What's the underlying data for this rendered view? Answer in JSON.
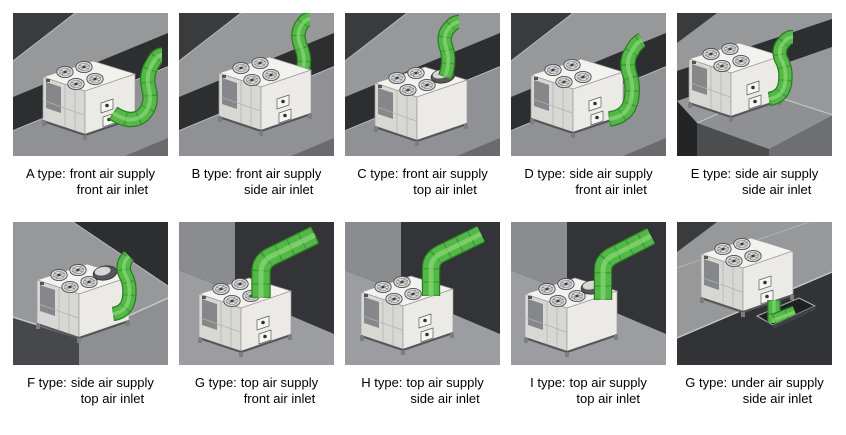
{
  "figure": {
    "description_colors": {
      "duct_green": "#53b848",
      "duct_green_dark": "#2a7a22",
      "roof_gray": "#97989a",
      "wall_dark": "#2d2e30",
      "unit_white": "#f3f2ee"
    },
    "panels": [
      {
        "type_label": "A type:",
        "supply": "front air supply",
        "inlet": "front air inlet",
        "scene": {
          "bg": "roof-band-diagonal",
          "duct_route": "front-supply-curve-up",
          "top_inlet_hood": false
        }
      },
      {
        "type_label": "B type:",
        "supply": "front air supply",
        "inlet": "side air inlet",
        "scene": {
          "bg": "roof-band-diagonal",
          "duct_route": "riser-behind-unit",
          "top_inlet_hood": false
        }
      },
      {
        "type_label": "C type:",
        "supply": "front air supply",
        "inlet": "top air inlet",
        "scene": {
          "bg": "roof-band-diagonal",
          "duct_route": "riser-from-top-hood",
          "top_inlet_hood": true
        }
      },
      {
        "type_label": "D type:",
        "supply": "side air supply",
        "inlet": "front air inlet",
        "scene": {
          "bg": "roof-band-diagonal",
          "duct_route": "side-supply-s-curve",
          "top_inlet_hood": false
        }
      },
      {
        "type_label": "E type:",
        "supply": "side air supply",
        "inlet": "side air inlet",
        "scene": {
          "bg": "roof-corner-right",
          "duct_route": "side-supply-curve-up",
          "top_inlet_hood": false
        }
      },
      {
        "type_label": "F type:",
        "supply": "side air supply",
        "inlet": "top air inlet",
        "scene": {
          "bg": "roof-corner-left",
          "duct_route": "side-supply-s-curve",
          "top_inlet_hood": true
        }
      },
      {
        "type_label": "G type:",
        "supply": "top air supply",
        "inlet": "front air inlet",
        "scene": {
          "bg": "wall-behind",
          "duct_route": "top-supply-diagonal",
          "top_inlet_hood": false
        }
      },
      {
        "type_label": "H type:",
        "supply": "top air supply",
        "inlet": "side air inlet",
        "scene": {
          "bg": "wall-behind",
          "duct_route": "top-supply-diagonal",
          "top_inlet_hood": false
        }
      },
      {
        "type_label": "I type:",
        "supply": "top air supply",
        "inlet": "top air inlet",
        "scene": {
          "bg": "wall-behind",
          "duct_route": "top-supply-diagonal",
          "top_inlet_hood": true
        }
      },
      {
        "type_label": "G type:",
        "supply": "under air supply",
        "inlet": "side air inlet",
        "scene": {
          "bg": "roof-with-opening",
          "duct_route": "under-supply-down-into-roof",
          "top_inlet_hood": false
        }
      }
    ]
  }
}
